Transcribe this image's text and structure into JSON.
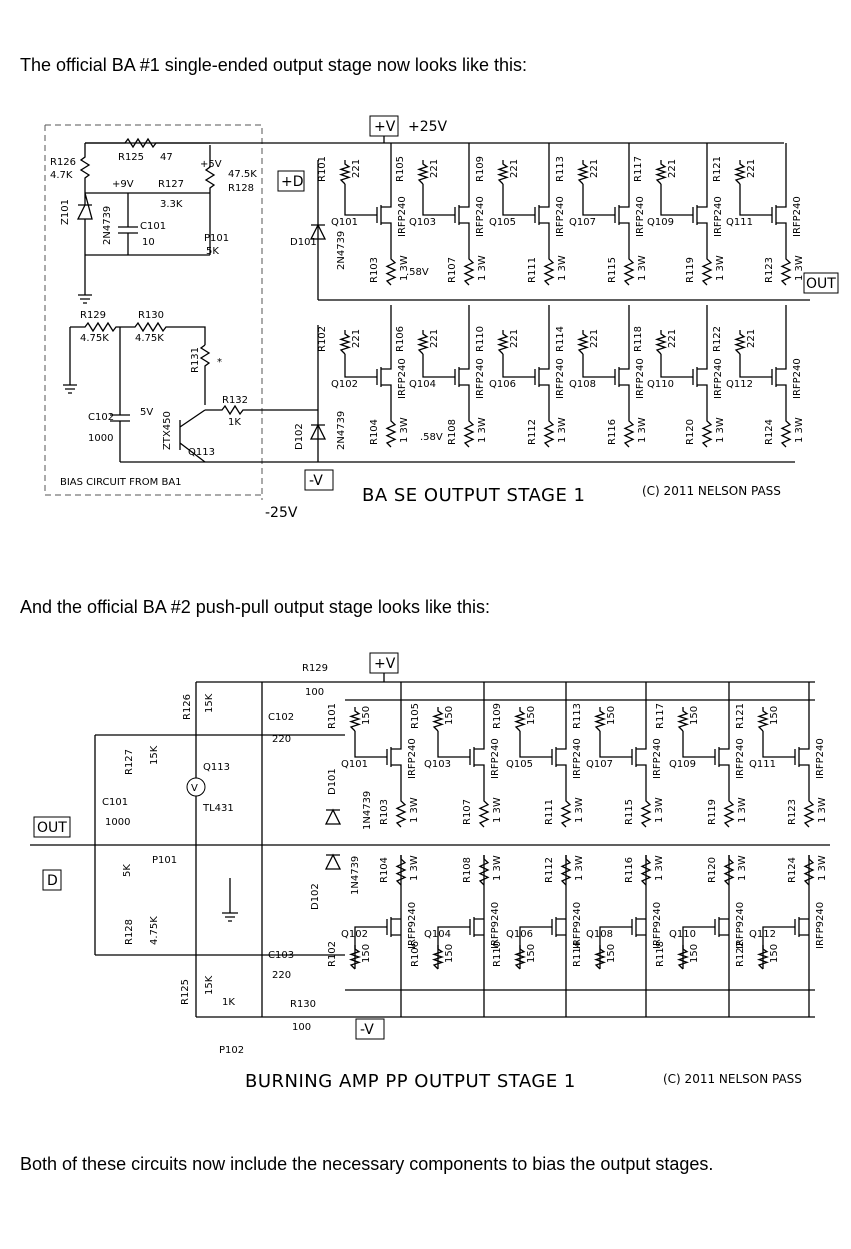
{
  "paragraphs": {
    "p1": "The official BA #1 single-ended output stage now looks like this:",
    "p2": "And the official BA #2 push-pull output stage looks like this:",
    "p3": "Both of these circuits now include the necessary components to bias the output stages."
  },
  "se": {
    "title": "BA SE OUTPUT STAGE 1",
    "copyright": "(C) 2011 NELSON PASS",
    "rails": {
      "pos_box": "+V",
      "pos_voltage": "+25V",
      "neg_box": "-V",
      "neg_voltage": "-25V",
      "d_box": "+D",
      "out_box": "OUT"
    },
    "bias": {
      "caption": "BIAS CIRCUIT FROM BA1",
      "r125": "R125",
      "r125_val": "47",
      "r126": "R126",
      "r126_val": "4.7K",
      "plus9": "+9V",
      "plus5": "+5V",
      "r127": "R127",
      "r127_val": "3.3K",
      "r128_val": "47.5K",
      "r128": "R128",
      "z101": "Z101",
      "z101_part": "2N4739",
      "c101": "C101",
      "c101_val": "10",
      "p101": "P101",
      "p101_val": "5K",
      "r129": "R129",
      "r129_val": "4.75K",
      "r130": "R130",
      "r130_val": "4.75K",
      "r131": "R131",
      "star": "*",
      "r132": "R132",
      "r132_val": "1K",
      "c102": "C102",
      "c102_val": "1000",
      "v5": "5V",
      "ztx": "ZTX450",
      "q113": "Q113"
    },
    "d101": "D101",
    "d101_part": "2N4739",
    "d102": "D102",
    "d102_part": "2N4739",
    "meas_top": ".58V",
    "meas_bot": ".58V",
    "gate_val": "221",
    "source_val": "1 3W",
    "part": "IRFP240",
    "top_gate_r": [
      "R101",
      "R105",
      "R109",
      "R113",
      "R117",
      "R121"
    ],
    "top_q": [
      "Q101",
      "Q103",
      "Q105",
      "Q107",
      "Q109",
      "Q111"
    ],
    "top_src_r": [
      "R103",
      "R107",
      "R111",
      "R115",
      "R119",
      "R123"
    ],
    "bot_gate_r": [
      "R102",
      "R106",
      "R110",
      "R114",
      "R118",
      "R122"
    ],
    "bot_q": [
      "Q102",
      "Q104",
      "Q106",
      "Q108",
      "Q110",
      "Q112"
    ],
    "bot_src_r": [
      "R104",
      "R108",
      "R112",
      "R116",
      "R120",
      "R124"
    ]
  },
  "pp": {
    "title": "BURNING AMP PP OUTPUT STAGE 1",
    "copyright": "(C) 2011 NELSON PASS",
    "pos_box": "+V",
    "neg_box": "-V",
    "out_box": "OUT",
    "d_box": "D",
    "r129": "R129",
    "r129_val": "100",
    "r130": "R130",
    "r130_val": "100",
    "r126": "R126",
    "r126_val": "15K",
    "r127": "R127",
    "r127_val": "15K",
    "r128": "R128",
    "r128_val": "4.75K",
    "r125": "R125",
    "r125_val": "15K",
    "c102": "C102",
    "c102_val": "220",
    "c103": "C103",
    "c103_val": "220",
    "c101": "C101",
    "c101_val": "1000",
    "q113": "Q113",
    "tl431": "TL431",
    "v_sym": "V",
    "p101": "P101",
    "p101_val": "5K",
    "p102": "P102",
    "p102_val": "1K",
    "d101": "D101",
    "d101_part": "1N4739",
    "d102": "D102",
    "d102_part": "1N4739",
    "gate_val": "150",
    "source_val": "1 3W",
    "top_part": "IRFP240",
    "bot_part": "IRFP9240",
    "top_gate_r": [
      "R101",
      "R105",
      "R109",
      "R113",
      "R117",
      "R121"
    ],
    "top_q": [
      "Q101",
      "Q103",
      "Q105",
      "Q107",
      "Q109",
      "Q111"
    ],
    "top_src_r": [
      "R103",
      "R107",
      "R111",
      "R115",
      "R119",
      "R123"
    ],
    "bot_src_r": [
      "R104",
      "R108",
      "R112",
      "R116",
      "R120",
      "R124"
    ],
    "bot_q": [
      "Q102",
      "Q104",
      "Q106",
      "Q108",
      "Q110",
      "Q112"
    ],
    "bot_gate_r": [
      "R102",
      "R106",
      "R110",
      "R114",
      "R118",
      "R122"
    ]
  }
}
